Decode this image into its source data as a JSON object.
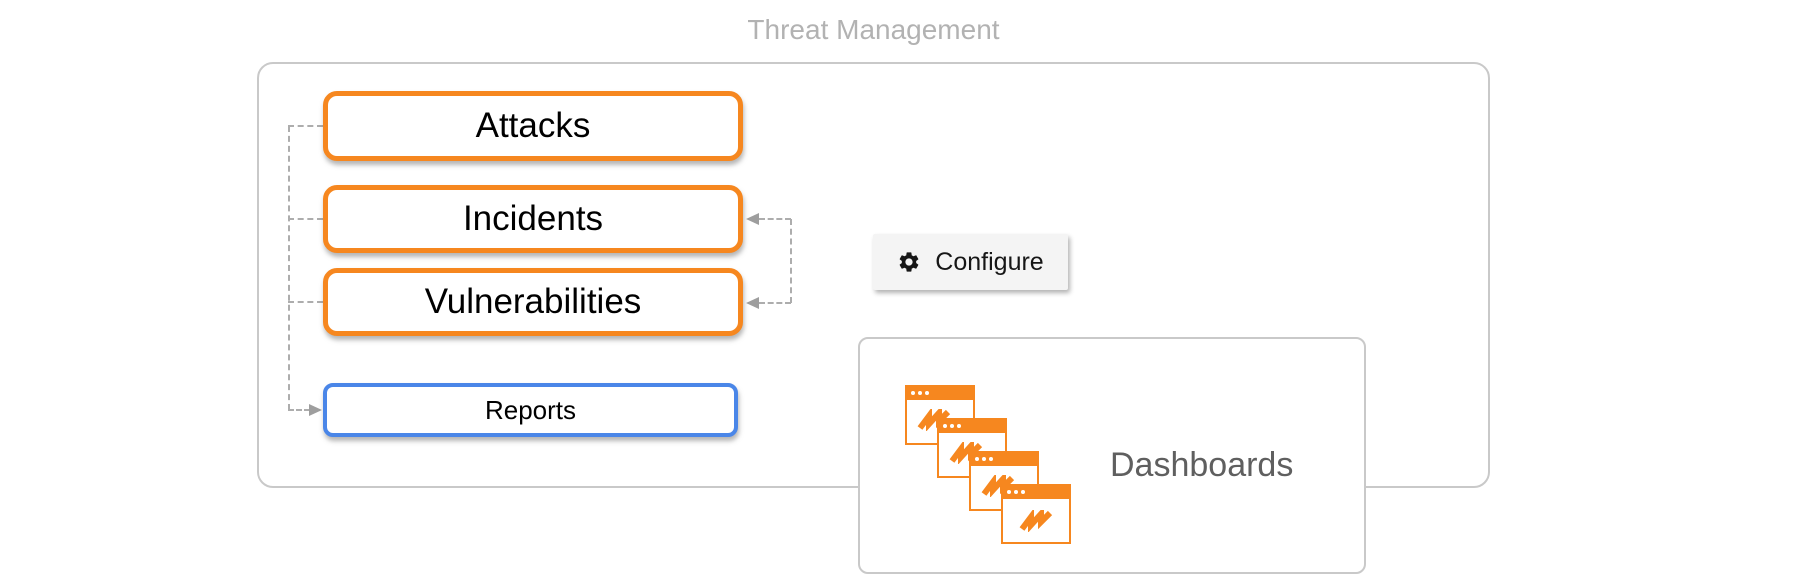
{
  "title": "Threat Management",
  "colors": {
    "orange": "#F6871F",
    "blue": "#4A86E8",
    "connector_gray": "#ADADAD",
    "arrow_gray": "#9E9E9E",
    "panel_border_gray": "#C9C9C9",
    "title_gray": "#B2B2B2",
    "dashboards_text_gray": "#5F5F5F",
    "configure_bg": "#F4F4F4",
    "configure_text": "#161616",
    "text_black": "#000000"
  },
  "nodes": {
    "attacks": {
      "label": "Attacks",
      "accent": "orange"
    },
    "incidents": {
      "label": "Incidents",
      "accent": "orange"
    },
    "vulnerabilities": {
      "label": "Vulnerabilities",
      "accent": "orange"
    },
    "reports": {
      "label": "Reports",
      "accent": "blue"
    }
  },
  "connectors": {
    "left_spine_targets": [
      "Attacks",
      "Incidents",
      "Vulnerabilities",
      "Reports"
    ],
    "right_bracket_targets": [
      "Incidents",
      "Vulnerabilities"
    ]
  },
  "configure_button": {
    "label": "Configure",
    "icon": "gear-icon"
  },
  "dashboards_tile": {
    "label": "Dashboards",
    "icon": "stacked-dashboard-windows-icon",
    "window_count": 4
  }
}
